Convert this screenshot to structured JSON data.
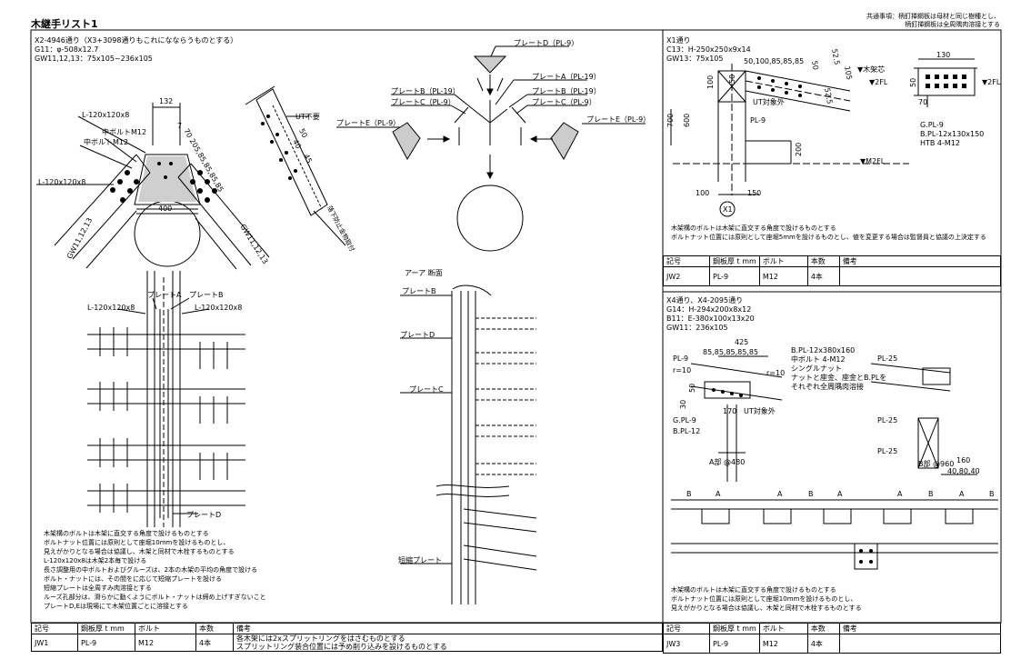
{
  "sheet": {
    "title": "木継手リスト1",
    "note_top_1": "共通事項：柄釘挿鋼板は母材と同じ樹種とし、",
    "note_top_2": "柄釘挿鋼板は全周隅肉溶接とする"
  },
  "jw1": {
    "head": [
      "X2-4946通り（X3+3098通りもこれになならうものとする）",
      "G11：φ-508x12.7",
      "GW11,12,13：75x105~236x105"
    ],
    "labels": {
      "L1": "L-120x120x8",
      "L2": "L-120x120x8",
      "dim132": "132",
      "bolt_mid": "中ボルトM12",
      "bolt_mid2": "中ボルトM12",
      "dim400": "400",
      "gw_left": "GW11,12,13",
      "gw_right": "GW11,12,13",
      "ut": "UT不要",
      "dims": "70 205,85,85,85,85",
      "rakka": "落下防止金物取付",
      "plA": "プレートA",
      "plB": "プレートB",
      "L3": "L-120x120x8",
      "L4": "L-120x120x8",
      "plD_bottom": "プレートD",
      "dim50": "50",
      "dim40": "40",
      "num7": "7",
      "dim45": "45"
    },
    "plates": {
      "plD": "プレートD（PL-9）",
      "plA": "プレートA（PL-19）",
      "plB_r": "プレートB（PL-19）",
      "plB_l": "プレートB（PL-19）",
      "plC_l": "プレートC（PL-9）",
      "plC_r": "プレートC（PL-9）",
      "plE_l": "プレートE（PL-9）",
      "plE_r": "プレートE（PL-9）"
    },
    "section_title": "アーア 断面",
    "section_labels": [
      "プレートB",
      "プレートD",
      "プレートC",
      "短縮プレート"
    ],
    "notes": [
      "木架構のボルトは木架に直交する角度で設けるものとする",
      "ボルトナット位置には原則として座堀10mmを設けるものとし、",
      "見えがかりとなる場合は協議し、木架と同材で木栓するものとする",
      "L-120x120x8は木架2本毎で設ける",
      "長さ調整用の中ボルトおよびグルーズは、2本の木架の平均の角度で設ける",
      "ボルト・ナットには、その間をに応じて短縮プレートを設ける",
      "短縮プレートは全周すみ肉溶接とする",
      "ルーズ孔部分は、滑らかに動くようにボルト・ナットは締め上げすぎないこと",
      "プレートD,Eは現場にて木架位置ごとに溶接とする"
    ],
    "table": {
      "headers": [
        "記号",
        "鋼板厚 t mm",
        "ボルト",
        "本数",
        "備考"
      ],
      "row": [
        "JW1",
        "PL-9",
        "M12",
        "4本",
        "各木架には2xスプリットリングをはさむものとする"
      ],
      "row2_note": "スプリットリング装合位置には予め削り込みを設けるものとする"
    }
  },
  "jw2": {
    "head": [
      "X1通り",
      "C13：H-250x250x9x14",
      "GW13：75x105"
    ],
    "labels": {
      "ut": "UT対象外",
      "pl9": "PL-9",
      "fl2": "▼2FL",
      "fl2b": "▼2FL",
      "m2fl": "▼M2FL",
      "dim700": "700",
      "dim600": "600",
      "dim100": "100",
      "dim150": "150",
      "dim200": "200",
      "dim130": "130",
      "dim70": "70",
      "dim50": "50",
      "x1": "X1",
      "dims_top": "50,100,85,85,85",
      "dim525": "52.5",
      "dim1055": "105",
      "dim525b": "52.5",
      "dim50b": "50",
      "dim100v": "100",
      "dim50v": "50",
      "kizai": "▼木架芯",
      "gpl": "G.PL-9",
      "bpl": "B.PL-12x130x150",
      "htb": "HTB 4-M12"
    },
    "notes": [
      "木架構のボルトは木架に直交する角度で設けるものとする",
      "ボルトナット位置には原則として座堀5mmを設けるものとし、値を変更する場合は監督員と協議の上決定する"
    ],
    "table": {
      "headers": [
        "記号",
        "鋼板厚 t mm",
        "ボルト",
        "本数",
        "備考"
      ],
      "row": [
        "JW2",
        "PL-9",
        "M12",
        "4本",
        ""
      ]
    }
  },
  "jw3": {
    "head": [
      "X4通り、X4-2095通り",
      "G14：H-294x200x8x12",
      "B11：E-380x100x13x20",
      "GW11：236x105"
    ],
    "labels": {
      "dim425": "425",
      "dims": "85,85,85,85,85",
      "pl9": "PL-9",
      "r10": "r=10",
      "r10b": "r=10",
      "gpl": "G.PL-9",
      "bpl": "B.PL-12",
      "dim170": "170",
      "ut": "UT対象外",
      "a480": "A部 @480",
      "bpl_spec": "B.PL-12x380x160",
      "bolt": "中ボルト 4-M12",
      "nut": "シングルナット",
      "nut2": "ナットと座金、座金とB.PLを",
      "weld": "それぞれ全周隅肉溶接",
      "pl25a": "PL-25",
      "pl25b": "PL-25",
      "pl25c": "PL-25",
      "b960": "B部 @960",
      "dim160": "160",
      "dim408040": "40,80,40",
      "dim30": "30",
      "dim50": "50",
      "plan_labels": [
        "B",
        "A",
        "A",
        "B",
        "A",
        "A",
        "B",
        "A",
        "B"
      ]
    },
    "notes": [
      "木架構のボルトは木架に直交する角度で設けるものとする",
      "ボルトナット位置には原則として座堀10mmを設けるものとし、",
      "見えがかりとなる場合は協議し、木架と同材で木栓するものとする"
    ],
    "table": {
      "headers": [
        "記号",
        "鋼板厚 t mm",
        "ボルト",
        "本数",
        "備考"
      ],
      "row": [
        "JW3",
        "PL-9",
        "M12",
        "4本",
        ""
      ]
    }
  }
}
